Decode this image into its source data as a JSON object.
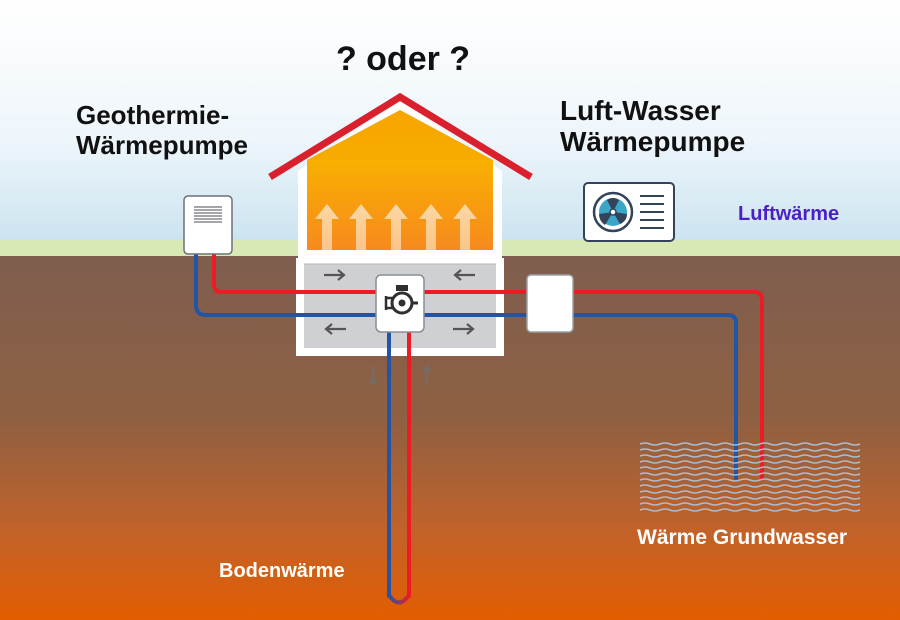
{
  "title": "? oder ?",
  "systems": {
    "geothermal": {
      "line1": "Geothermie-",
      "line2": "Wärmepumpe",
      "icon": "indoor-heat-pump-icon"
    },
    "air_water": {
      "line1": "Luft-Wasser",
      "line2": "Wärmepumpe",
      "icon": "fan-unit-icon"
    }
  },
  "sources": {
    "air": "Luftwärme",
    "groundwater": "Wärme Grundwasser",
    "ground": "Bodenwärme"
  },
  "colors": {
    "flow_pipe": "#ee1b24",
    "return_pipe": "#2355a5",
    "roof": "#d9202c",
    "air_label": "#4b1fc7",
    "house_heat_top": "#f9b000",
    "house_heat_bottom": "#f68a1e",
    "ground_top": "#7f5e4f",
    "ground_bottom": "#e35d00"
  },
  "icons": [
    "arrow-up-icon",
    "arrow-right-icon",
    "arrow-left-icon",
    "circulation-pump-icon",
    "water-waves-icon"
  ]
}
